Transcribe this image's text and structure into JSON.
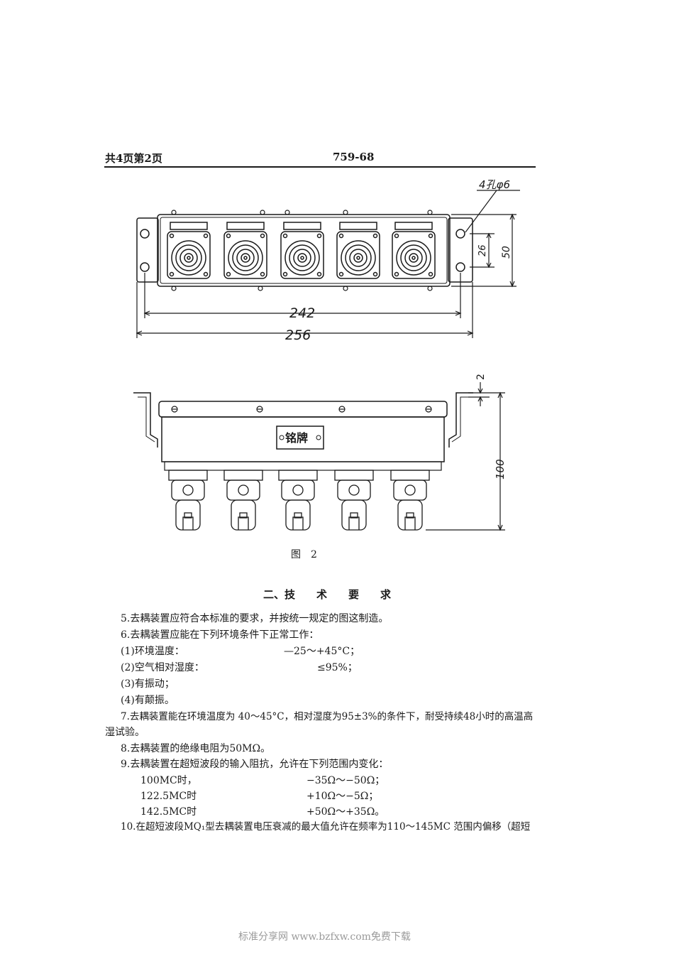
{
  "header": {
    "page_info": "共4页第2页",
    "doc_code": "759-68"
  },
  "figure": {
    "holes_note": "4孔φ6",
    "dim_26": "26",
    "dim_50": "50",
    "dim_242": "242",
    "dim_256": "256",
    "dim_2": "2",
    "dim_100": "100",
    "nameplate": "铭牌",
    "caption": "图　2"
  },
  "section_title": "二、技　　术　　要　　求",
  "paragraphs": {
    "p5": "5.去耦装置应符合本标准的要求，并按统一规定的图这制造。",
    "p6": "6.去耦装置应能在下列环境条件下正常工作：",
    "p6_1_label": "(1)环境温度：",
    "p6_1_value": "—25～+45°C；",
    "p6_2_label": "(2)空气相对湿度：",
    "p6_2_value": "≤95%；",
    "p6_3": "(3)有振动；",
    "p6_4": "(4)有颠振。",
    "p7_line1": "7.去耦装置能在环境温度为 40～45°C，相对湿度为95±3%的条件下，耐受持续48小时的高温高",
    "p7_line2": "湿试验。",
    "p8": "8.去耦装置的绝缘电阻为50MΩ。",
    "p9": "9.去耦装置在超短波段的输入阻抗，允许在下列范围内变化：",
    "p9_rows": [
      {
        "freq": "100MC时，",
        "range": "−35Ω～−50Ω；"
      },
      {
        "freq": "122.5MC时",
        "range": "+10Ω～−5Ω；"
      },
      {
        "freq": "142.5MC时",
        "range": "+50Ω～+35Ω。"
      }
    ],
    "p10": "10.在超短波段MQ₁型去耦装置电压衰减的最大值允许在频率为110～145MC 范围内偏移（超短"
  },
  "footer": "标准分享网  www.bzfxw.com免费下载"
}
